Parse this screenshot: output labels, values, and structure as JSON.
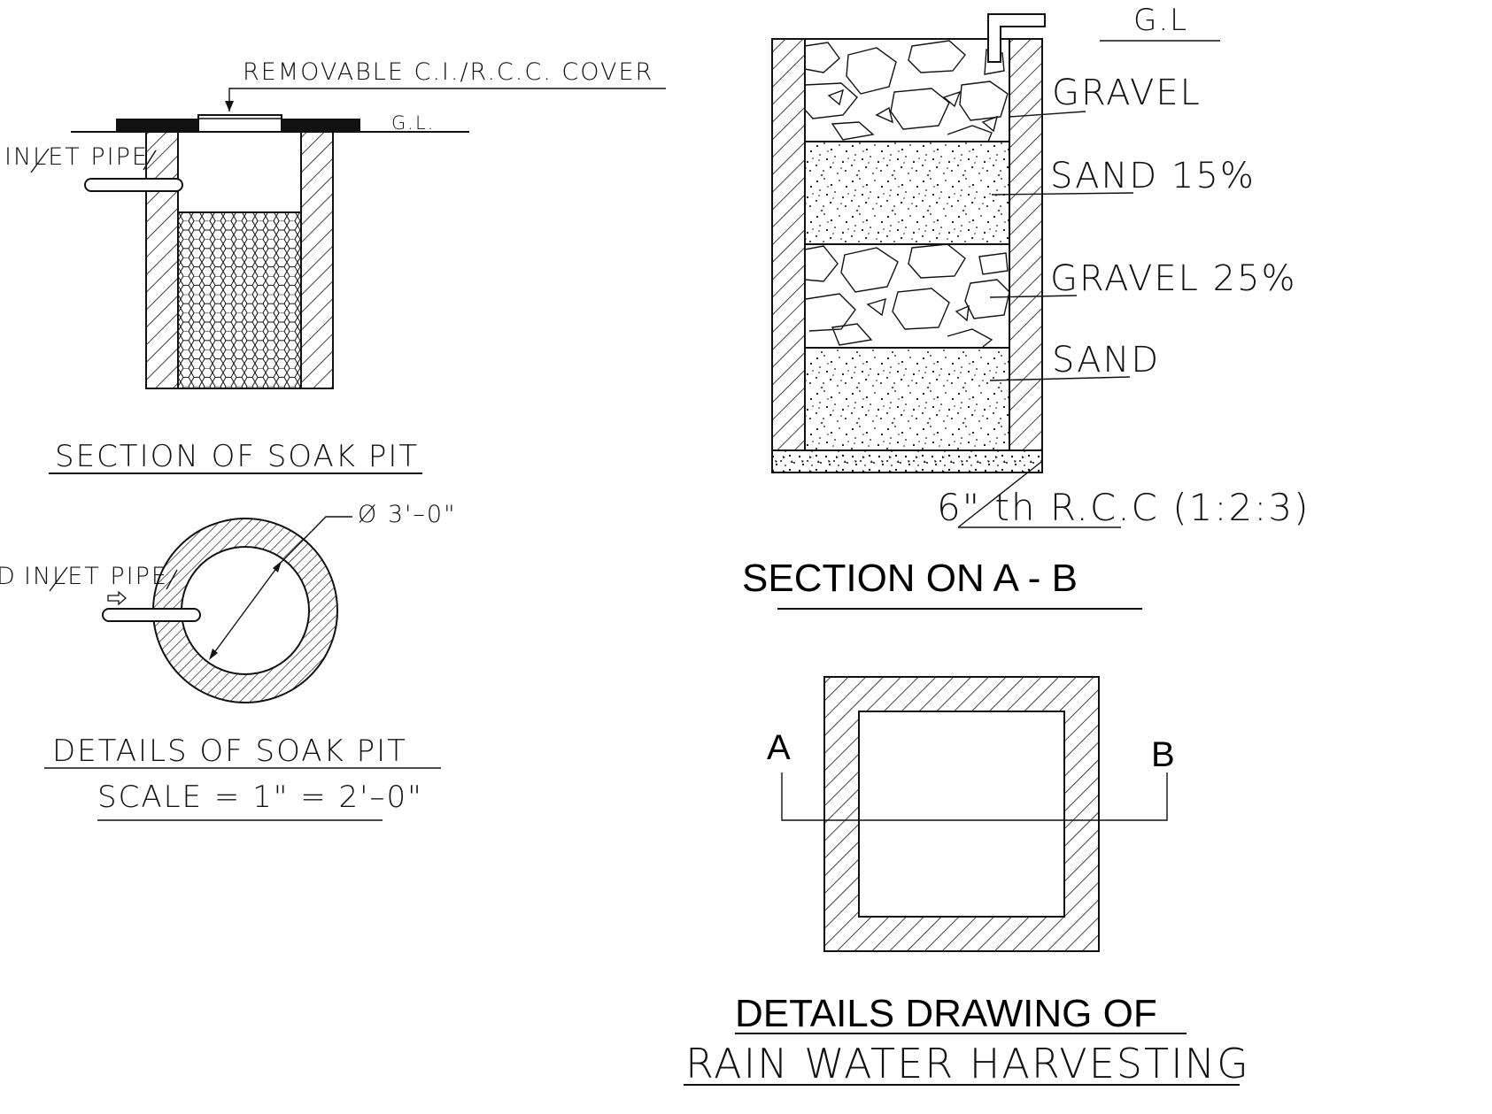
{
  "soak_pit_section": {
    "cover_label": "REMOVABLE C.I./R.C.C. COVER",
    "ground_level_label": "G.L.",
    "inlet_label": "INLET PIPE",
    "title": "SECTION OF SOAK PIT"
  },
  "soak_pit_plan": {
    "diameter_label": "Ø 3'–0\"",
    "inlet_label": "INLET PIPE",
    "inlet_prefix": "D",
    "title": "DETAILS OF SOAK PIT",
    "scale": "SCALE = 1\" = 2'–0\""
  },
  "section_ab": {
    "ground_level_label": "G.L",
    "layers": [
      {
        "label": "GRAVEL"
      },
      {
        "label": "SAND 15%"
      },
      {
        "label": "GRAVEL 25%"
      },
      {
        "label": "SAND"
      }
    ],
    "base_label": "6\" th R.C.C (1:2:3)",
    "title": "SECTION ON A - B"
  },
  "plan_ab": {
    "marker_a": "A",
    "marker_b": "B"
  },
  "drawing_title": {
    "line1": "DETAILS DRAWING OF",
    "line2": "RAIN WATER HARVESTING"
  }
}
